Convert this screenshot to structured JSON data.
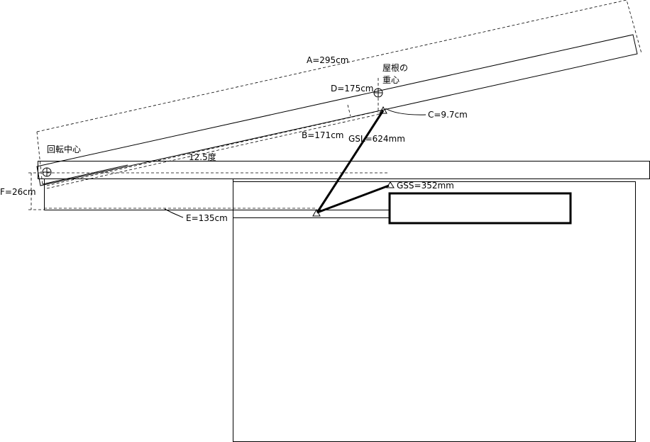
{
  "labels": {
    "dim_a": "A=295cm",
    "dim_b": "B=171cm",
    "dim_c": "C=9.7cm",
    "dim_d": "D=175cm",
    "dim_e": "E=135cm",
    "dim_f": "F=26cm",
    "angle": "12.5度",
    "gsl": "GSL=624mm",
    "gss": "GSS=352mm",
    "cog_line1": "屋根の",
    "cog_line2": "重心",
    "pivot": "回転中心"
  },
  "icons": {
    "pivot_marker": "circle-cross-icon",
    "center_of_gravity_marker": "circle-cross-icon",
    "gas_spring_mount": "triangle-icon"
  }
}
